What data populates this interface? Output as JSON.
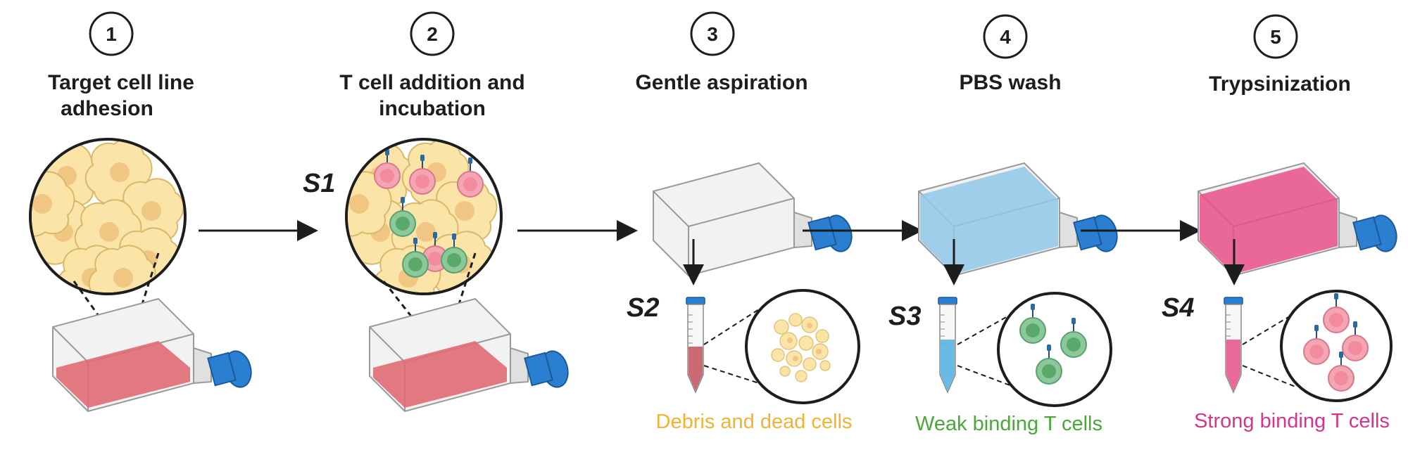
{
  "steps": [
    {
      "number": "1",
      "title_line1": "Target cell line",
      "title_line2": "adhesion"
    },
    {
      "number": "2",
      "title_line1": "T cell addition and",
      "title_line2": "incubation"
    },
    {
      "number": "3",
      "title_line1": "Gentle aspiration",
      "title_line2": ""
    },
    {
      "number": "4",
      "title_line1": "PBS wash",
      "title_line2": ""
    },
    {
      "number": "5",
      "title_line1": "Trypsinization",
      "title_line2": ""
    }
  ],
  "samples": {
    "s1": "S1",
    "s2": "S2",
    "s3": "S3",
    "s4": "S4"
  },
  "fractions": {
    "debris": {
      "label": "Debris and dead cells",
      "color": "#f2b233"
    },
    "weak": {
      "label": "Weak binding T cells",
      "color": "#4ca63a"
    },
    "strong": {
      "label": "Strong binding T cells",
      "color": "#d4368c"
    }
  },
  "colors": {
    "red_medium": "#e06c73",
    "blue_wash": "#8fc8e8",
    "pink_medium": "#e8508a",
    "flask_cap": "#2b7fd0",
    "target_cell": "#fbe4a8",
    "t_cell_pink": "#f4a5b3",
    "t_cell_green": "#8cc99a"
  }
}
